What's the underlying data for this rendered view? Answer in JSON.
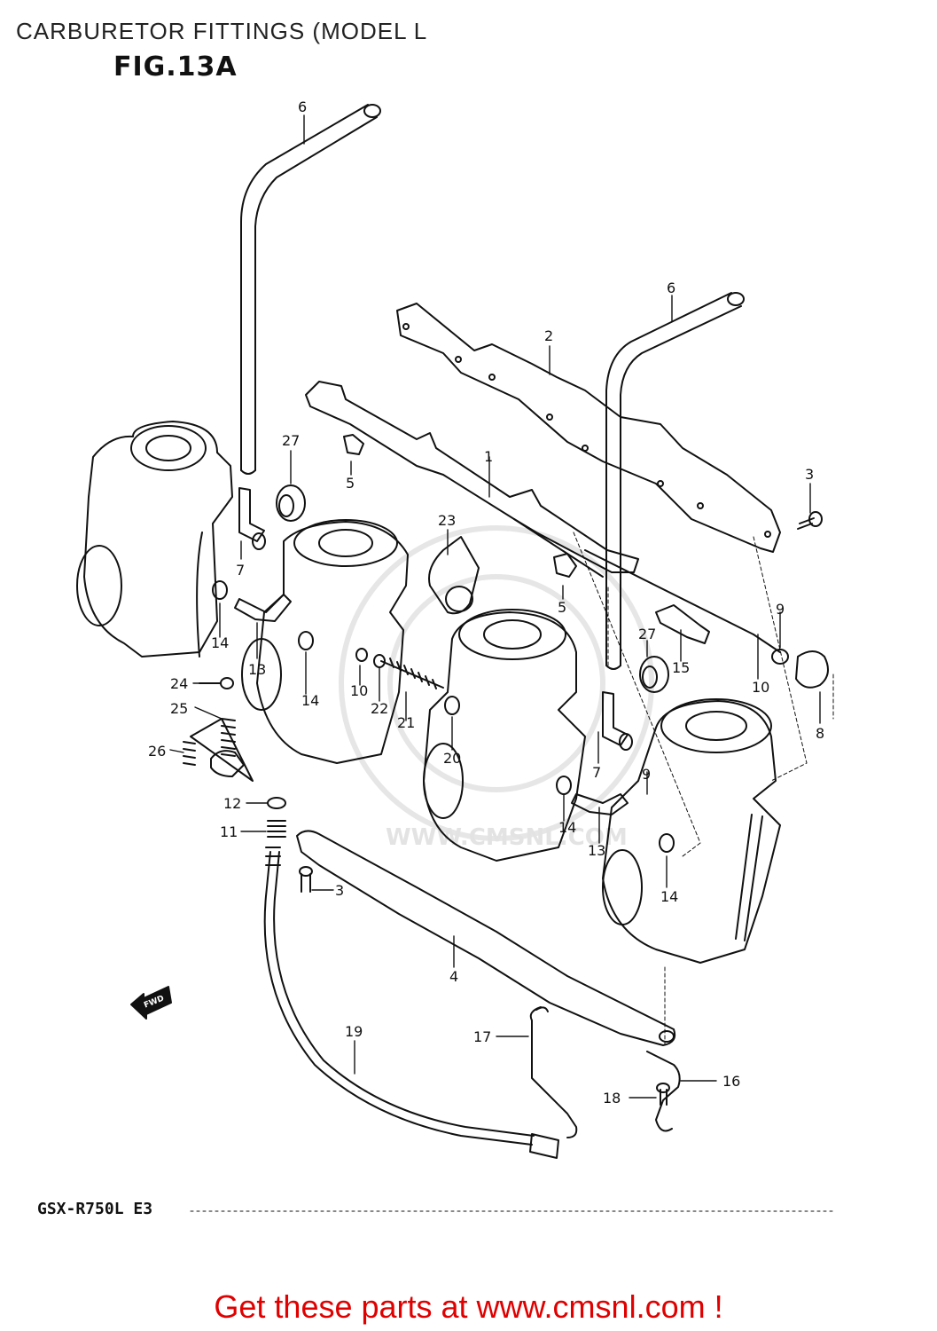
{
  "header": {
    "title": "CARBURETOR FITTINGS (MODEL L"
  },
  "figure": {
    "label": "FIG.13A",
    "fwd_label": "FWD"
  },
  "model_code": "GSX-R750L E3",
  "watermark": {
    "url": "WWW.CMSNL.COM"
  },
  "footer": {
    "link_text": "Get these parts at www.cmsnl.com !"
  },
  "callouts": {
    "n1": "1",
    "n2": "2",
    "n3a": "3",
    "n3b": "3",
    "n4": "4",
    "n5a": "5",
    "n5b": "5",
    "n6a": "6",
    "n6b": "6",
    "n7a": "7",
    "n7b": "7",
    "n8": "8",
    "n9a": "9",
    "n9b": "9",
    "n10a": "10",
    "n10b": "10",
    "n11": "11",
    "n12": "12",
    "n13a": "13",
    "n13b": "13",
    "n14a": "14",
    "n14b": "14",
    "n14c": "14",
    "n14d": "14",
    "n15": "15",
    "n16": "16",
    "n17": "17",
    "n18": "18",
    "n19": "19",
    "n20": "20",
    "n21": "21",
    "n22": "22",
    "n23": "23",
    "n24": "24",
    "n25": "25",
    "n26": "26",
    "n27a": "27",
    "n27b": "27"
  }
}
